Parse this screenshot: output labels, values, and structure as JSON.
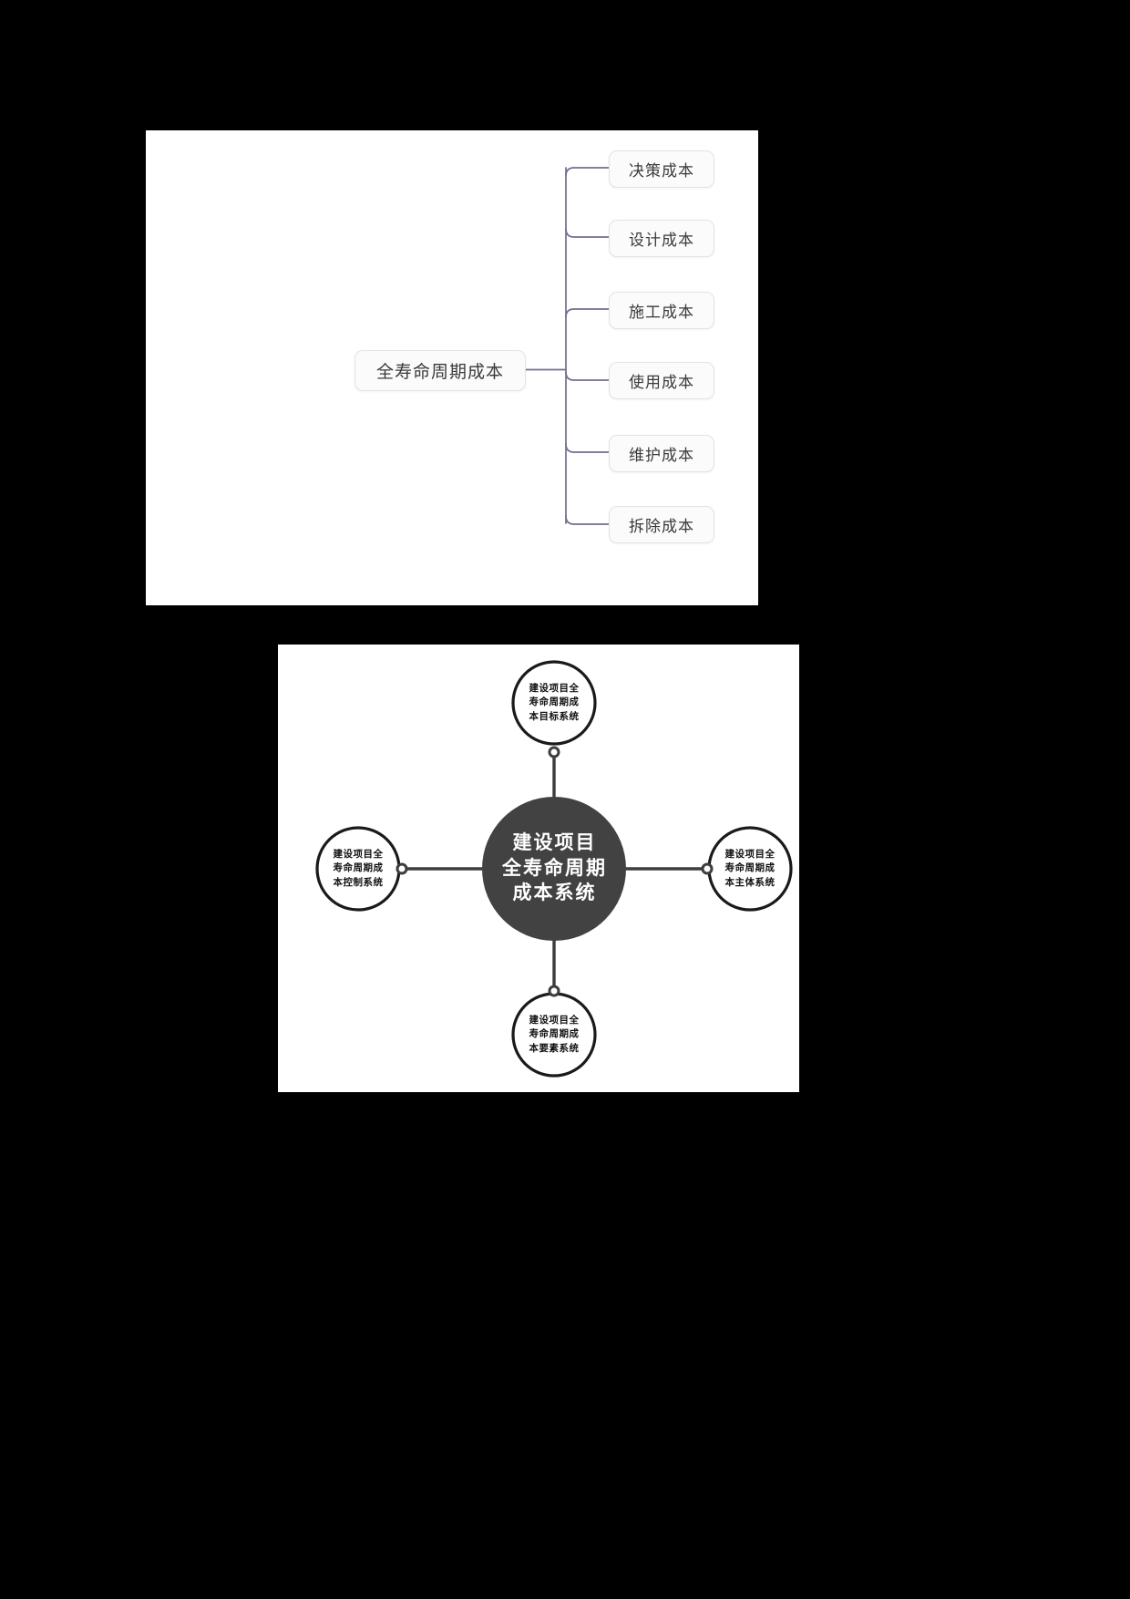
{
  "page": {
    "background_color": "#000000",
    "panel_background_color": "#ffffff"
  },
  "mindmap": {
    "connector_color": "#6f6f94",
    "node_fill": "#fbfbfc",
    "node_border": "#e3e3e8",
    "root": {
      "label": "全寿命周期成本"
    },
    "children": [
      {
        "label": "决策成本"
      },
      {
        "label": "设计成本"
      },
      {
        "label": "施工成本"
      },
      {
        "label": "使用成本"
      },
      {
        "label": "维护成本"
      },
      {
        "label": "拆除成本"
      }
    ]
  },
  "hub_diagram": {
    "center_fill": "#424242",
    "center_text_color": "#ffffff",
    "satellite_fill": "#ffffff",
    "satellite_stroke": "#1a1a1a",
    "spoke_color": "#3d3d3d",
    "center": {
      "lines": [
        "建设项目",
        "全寿命周期",
        "成本系统"
      ],
      "full_label": "建设项目全寿命周期成本系统"
    },
    "satellites": [
      {
        "position": "top",
        "lines": [
          "建设项目全",
          "寿命周期成",
          "本目标系统"
        ],
        "full_label": "建设项目全寿命周期成本目标系统"
      },
      {
        "position": "right",
        "lines": [
          "建设项目全",
          "寿命周期成",
          "本主体系统"
        ],
        "full_label": "建设项目全寿命周期成本主体系统"
      },
      {
        "position": "bottom",
        "lines": [
          "建设项目全",
          "寿命周期成",
          "本要素系统"
        ],
        "full_label": "建设项目全寿命周期成本要素系统"
      },
      {
        "position": "left",
        "lines": [
          "建设项目全",
          "寿命周期成",
          "本控制系统"
        ],
        "full_label": "建设项目全寿命周期成本控制系统"
      }
    ]
  }
}
